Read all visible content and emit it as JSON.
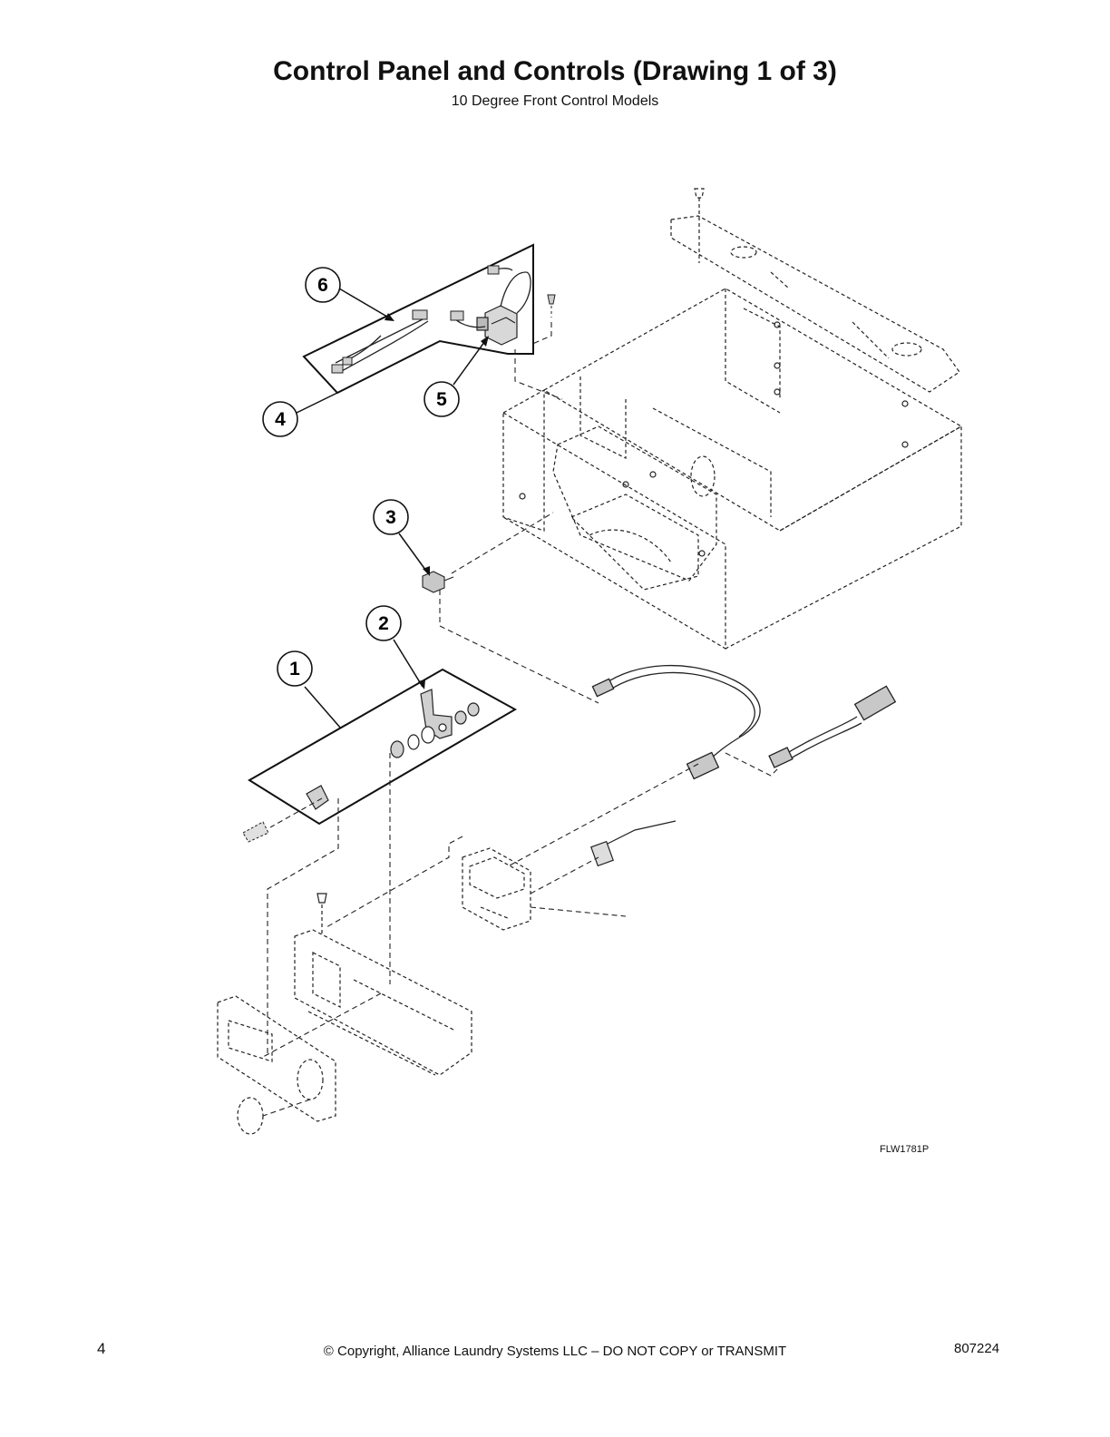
{
  "header": {
    "title": "Control Panel and Controls (Drawing 1 of 3)",
    "subtitle": "10 Degree Front Control Models"
  },
  "diagram": {
    "callouts": [
      "1",
      "2",
      "3",
      "4",
      "5",
      "6"
    ],
    "drawing_code": "FLW1781P"
  },
  "footer": {
    "page_number": "4",
    "copyright": "© Copyright, Alliance Laundry Systems LLC – DO NOT COPY or TRANSMIT",
    "document_number": "807224"
  }
}
